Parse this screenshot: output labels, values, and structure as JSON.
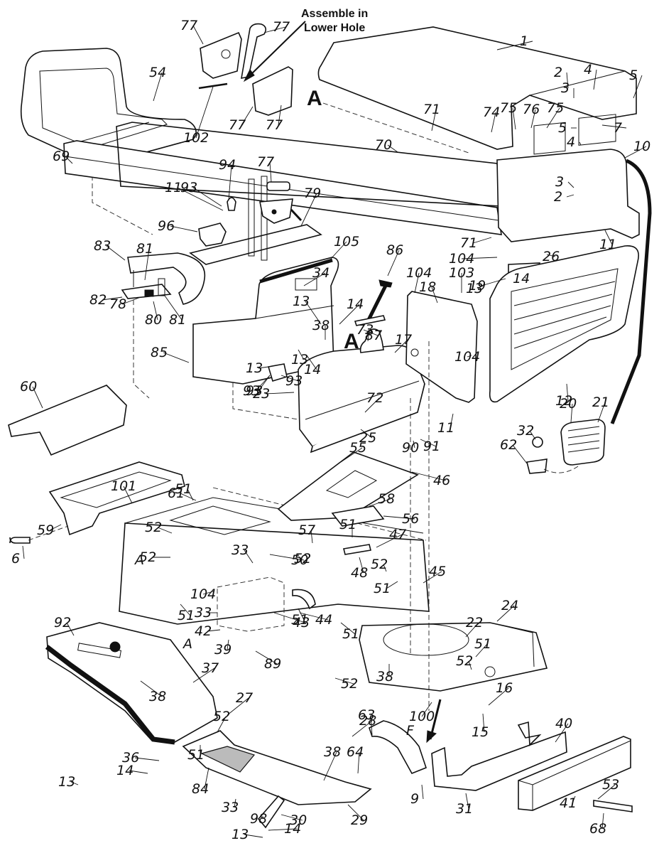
{
  "diagram": {
    "type": "exploded-parts-diagram",
    "subject": "Riding mower hood, dash, seat and chassis assembly",
    "note": {
      "line1": "Assemble in",
      "line2": "Lower Hole"
    },
    "reference_marks": [
      "A",
      "A",
      "A",
      "A",
      "F"
    ],
    "callouts": [
      {
        "id": "c1",
        "label": "1"
      },
      {
        "id": "c2a",
        "label": "2"
      },
      {
        "id": "c2b",
        "label": "2"
      },
      {
        "id": "c3a",
        "label": "3"
      },
      {
        "id": "c3b",
        "label": "3"
      },
      {
        "id": "c4a",
        "label": "4"
      },
      {
        "id": "c4b",
        "label": "4"
      },
      {
        "id": "c5a",
        "label": "5"
      },
      {
        "id": "c5b",
        "label": "5"
      },
      {
        "id": "c6",
        "label": "6"
      },
      {
        "id": "c7",
        "label": "7"
      },
      {
        "id": "c9",
        "label": "9"
      },
      {
        "id": "c10",
        "label": "10"
      },
      {
        "id": "c11a",
        "label": "11"
      },
      {
        "id": "c11b",
        "label": "11"
      },
      {
        "id": "c11c",
        "label": "11"
      },
      {
        "id": "c12",
        "label": "12"
      },
      {
        "id": "c13a",
        "label": "13"
      },
      {
        "id": "c13b",
        "label": "13"
      },
      {
        "id": "c13c",
        "label": "13"
      },
      {
        "id": "c13d",
        "label": "13"
      },
      {
        "id": "c13e",
        "label": "13"
      },
      {
        "id": "c13f",
        "label": "13"
      },
      {
        "id": "c14a",
        "label": "14"
      },
      {
        "id": "c14b",
        "label": "14"
      },
      {
        "id": "c14c",
        "label": "14"
      },
      {
        "id": "c14d",
        "label": "14"
      },
      {
        "id": "c14e",
        "label": "14"
      },
      {
        "id": "c15",
        "label": "15"
      },
      {
        "id": "c16",
        "label": "16"
      },
      {
        "id": "c17",
        "label": "17"
      },
      {
        "id": "c18",
        "label": "18"
      },
      {
        "id": "c19",
        "label": "19"
      },
      {
        "id": "c20",
        "label": "20"
      },
      {
        "id": "c21",
        "label": "21"
      },
      {
        "id": "c22",
        "label": "22"
      },
      {
        "id": "c23",
        "label": "23"
      },
      {
        "id": "c24",
        "label": "24"
      },
      {
        "id": "c25",
        "label": "25"
      },
      {
        "id": "c26",
        "label": "26"
      },
      {
        "id": "c27",
        "label": "27"
      },
      {
        "id": "c28",
        "label": "28"
      },
      {
        "id": "c29",
        "label": "29"
      },
      {
        "id": "c30",
        "label": "30"
      },
      {
        "id": "c31",
        "label": "31"
      },
      {
        "id": "c32",
        "label": "32"
      },
      {
        "id": "c33a",
        "label": "33"
      },
      {
        "id": "c33b",
        "label": "33"
      },
      {
        "id": "c33c",
        "label": "33"
      },
      {
        "id": "c34",
        "label": "34"
      },
      {
        "id": "c36",
        "label": "36"
      },
      {
        "id": "c37",
        "label": "37"
      },
      {
        "id": "c38a",
        "label": "38"
      },
      {
        "id": "c38b",
        "label": "38"
      },
      {
        "id": "c38c",
        "label": "38"
      },
      {
        "id": "c38d",
        "label": "38"
      },
      {
        "id": "c39",
        "label": "39"
      },
      {
        "id": "c40",
        "label": "40"
      },
      {
        "id": "c41",
        "label": "41"
      },
      {
        "id": "c42",
        "label": "42"
      },
      {
        "id": "c43",
        "label": "43"
      },
      {
        "id": "c44",
        "label": "44"
      },
      {
        "id": "c45",
        "label": "45"
      },
      {
        "id": "c46",
        "label": "46"
      },
      {
        "id": "c47",
        "label": "47"
      },
      {
        "id": "c48",
        "label": "48"
      },
      {
        "id": "c50",
        "label": "50"
      },
      {
        "id": "c51a",
        "label": "51"
      },
      {
        "id": "c51b",
        "label": "51"
      },
      {
        "id": "c51c",
        "label": "51"
      },
      {
        "id": "c51d",
        "label": "51"
      },
      {
        "id": "c51e",
        "label": "51"
      },
      {
        "id": "c51f",
        "label": "51"
      },
      {
        "id": "c51g",
        "label": "51"
      },
      {
        "id": "c51h",
        "label": "51"
      },
      {
        "id": "c52a",
        "label": "52"
      },
      {
        "id": "c52b",
        "label": "52"
      },
      {
        "id": "c52c",
        "label": "52"
      },
      {
        "id": "c52d",
        "label": "52"
      },
      {
        "id": "c52e",
        "label": "52"
      },
      {
        "id": "c52f",
        "label": "52"
      },
      {
        "id": "c52g",
        "label": "52"
      },
      {
        "id": "c53",
        "label": "53"
      },
      {
        "id": "c54",
        "label": "54"
      },
      {
        "id": "c55",
        "label": "55"
      },
      {
        "id": "c56",
        "label": "56"
      },
      {
        "id": "c57",
        "label": "57"
      },
      {
        "id": "c58",
        "label": "58"
      },
      {
        "id": "c59",
        "label": "59"
      },
      {
        "id": "c60",
        "label": "60"
      },
      {
        "id": "c61",
        "label": "61"
      },
      {
        "id": "c62",
        "label": "62"
      },
      {
        "id": "c63",
        "label": "63"
      },
      {
        "id": "c64",
        "label": "64"
      },
      {
        "id": "c68",
        "label": "68"
      },
      {
        "id": "c69",
        "label": "69"
      },
      {
        "id": "c70",
        "label": "70"
      },
      {
        "id": "c71a",
        "label": "71"
      },
      {
        "id": "c71b",
        "label": "71"
      },
      {
        "id": "c72",
        "label": "72"
      },
      {
        "id": "c73",
        "label": "73"
      },
      {
        "id": "c74",
        "label": "74"
      },
      {
        "id": "c75a",
        "label": "75"
      },
      {
        "id": "c75b",
        "label": "75"
      },
      {
        "id": "c76",
        "label": "76"
      },
      {
        "id": "c77a",
        "label": "77"
      },
      {
        "id": "c77b",
        "label": "77"
      },
      {
        "id": "c77c",
        "label": "77"
      },
      {
        "id": "c77d",
        "label": "77"
      },
      {
        "id": "c77e",
        "label": "77"
      },
      {
        "id": "c78",
        "label": "78"
      },
      {
        "id": "c79",
        "label": "79"
      },
      {
        "id": "c80",
        "label": "80"
      },
      {
        "id": "c81a",
        "label": "81"
      },
      {
        "id": "c81b",
        "label": "81"
      },
      {
        "id": "c82",
        "label": "82"
      },
      {
        "id": "c83",
        "label": "83"
      },
      {
        "id": "c84",
        "label": "84"
      },
      {
        "id": "c85",
        "label": "85"
      },
      {
        "id": "c86",
        "label": "86"
      },
      {
        "id": "c87",
        "label": "87"
      },
      {
        "id": "c89",
        "label": "89"
      },
      {
        "id": "c90",
        "label": "90"
      },
      {
        "id": "c91",
        "label": "91"
      },
      {
        "id": "c92",
        "label": "92"
      },
      {
        "id": "c93a",
        "label": "93"
      },
      {
        "id": "c93b",
        "label": "93"
      },
      {
        "id": "c93c",
        "label": "93"
      },
      {
        "id": "c93d",
        "label": "93"
      },
      {
        "id": "c94",
        "label": "94"
      },
      {
        "id": "c95",
        "label": "95"
      },
      {
        "id": "c96",
        "label": "96"
      },
      {
        "id": "c98",
        "label": "98"
      },
      {
        "id": "c100",
        "label": "100"
      },
      {
        "id": "c101",
        "label": "101"
      },
      {
        "id": "c102",
        "label": "102"
      },
      {
        "id": "c103",
        "label": "103"
      },
      {
        "id": "c104a",
        "label": "104"
      },
      {
        "id": "c104b",
        "label": "104"
      },
      {
        "id": "c104c",
        "label": "104"
      },
      {
        "id": "c104d",
        "label": "104"
      },
      {
        "id": "c105",
        "label": "105"
      }
    ]
  }
}
